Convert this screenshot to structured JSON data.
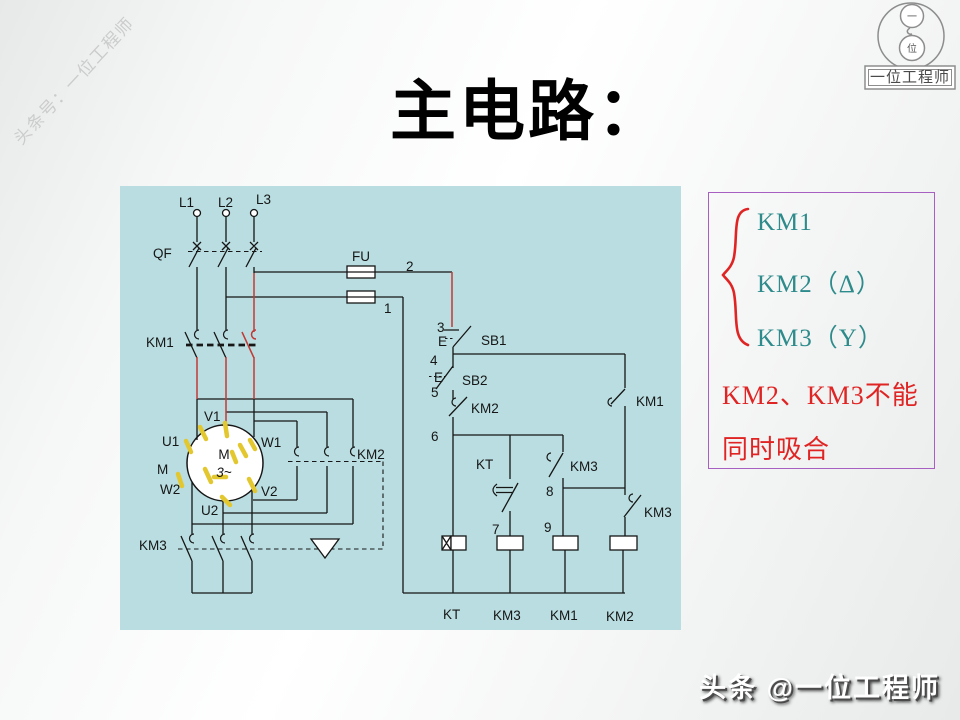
{
  "header": {
    "title": "主电路："
  },
  "watermark": {
    "text": "头条号：一位工程师"
  },
  "logo": {
    "top_char": "一",
    "bottom_char": "位",
    "name": "一位工程师"
  },
  "panel_color": "#b9dde0",
  "circuit": {
    "labels": {
      "l1": "L1",
      "l2": "L2",
      "l3": "L3",
      "qf": "QF",
      "fu": "FU",
      "km1_main": "KM1",
      "km2_main": "KM2",
      "km3_main": "KM3",
      "v1": "V1",
      "u1": "U1",
      "w1": "W1",
      "w2": "W2",
      "u2": "U2",
      "v2": "V2",
      "m_side": "M",
      "m_inside": "M",
      "m_phase": "3~",
      "e1": "E",
      "sb1": "SB1",
      "e2": "E",
      "sb2": "SB2",
      "km2_aux": "KM2",
      "kt_contact": "KT",
      "km3_no": "KM3",
      "km1_hold": "KM1",
      "km3_nc": "KM3"
    },
    "nodes": {
      "n1": "1",
      "n2": "2",
      "n3": "3",
      "n4": "4",
      "n5": "5",
      "n6": "6",
      "n7": "7",
      "n8": "8",
      "n9": "9"
    },
    "coils": {
      "kt": "KT",
      "km3": "KM3",
      "km1": "KM1",
      "km2": "KM2"
    }
  },
  "sidebox": {
    "items": [
      "KM1",
      "KM2（Δ）",
      "KM3（Y）"
    ],
    "note_line1": "KM2、KM3不能",
    "note_line2": "同时吸合",
    "accent_color": "#e02424",
    "item_color": "#2e8b8b",
    "border_color": "#a75fc2"
  },
  "footer": {
    "brand": "头条 @一位工程师"
  }
}
